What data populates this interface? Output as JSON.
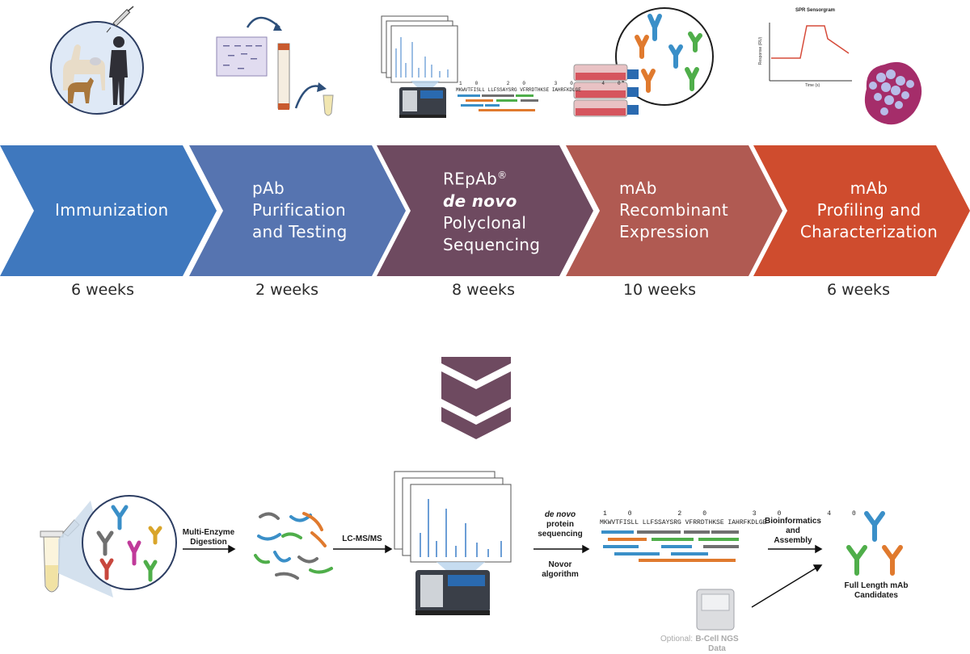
{
  "steps": [
    {
      "line1": "Immunization",
      "line2": "",
      "line3": "",
      "duration": "6 weeks",
      "color": "#3f78be"
    },
    {
      "line1": "pAb",
      "line2": "Purification",
      "line3": "and Testing",
      "duration": "2 weeks",
      "color": "#5674b0"
    },
    {
      "line1": "REpAb",
      "sup": "®",
      "line2": "de novo",
      "line3": "Polyclonal",
      "line4": "Sequencing",
      "duration": "8 weeks",
      "color": "#6e4a60"
    },
    {
      "line1": "mAb",
      "line2": "Recombinant",
      "line3": "Expression",
      "duration": "10 weeks",
      "color": "#b05a52"
    },
    {
      "line1": "mAb",
      "line2": "Profiling and",
      "line3": "Characterization",
      "duration": "6 weeks",
      "color": "#cf4c2e"
    }
  ],
  "spr": {
    "title": "SPR Sensorgram",
    "ylabel": "Response (RU)",
    "xlabel": "Time (s)"
  },
  "top_sequence": {
    "ticks": [
      "10",
      "20",
      "30",
      "40"
    ],
    "text": "MKWVTFISLL LLFSSAYSRG VFRRDTHKSE IAHRFKDLGE"
  },
  "workflow": {
    "digestion": "Multi-Enzyme\nDigestion",
    "lcms": "LC-MS/MS",
    "denovo_italic": "de novo",
    "denovo_rest": "protein\nsequencing",
    "novor": "Novor\nalgorithm",
    "bioinformatics": "Bioinformatics\nand\nAssembly",
    "candidates": "Full Length mAb\nCandidates",
    "optional": "Optional:",
    "ngs": "B-Cell NGS\nData"
  },
  "bottom_sequence": {
    "ticks": [
      "10",
      "20",
      "30",
      "40"
    ],
    "text": "MKWVTFISLL LLFSSAYSRG VFRRDTHKSE IAHRFKDLGE"
  },
  "colors": {
    "blue": "#3a8fc8",
    "orange": "#e07a2e",
    "green": "#4fae4a",
    "grey": "#707070",
    "magenta": "#c03a9a",
    "red": "#c8473d",
    "maroon": "#6e4a60",
    "gold": "#d9a52a"
  }
}
